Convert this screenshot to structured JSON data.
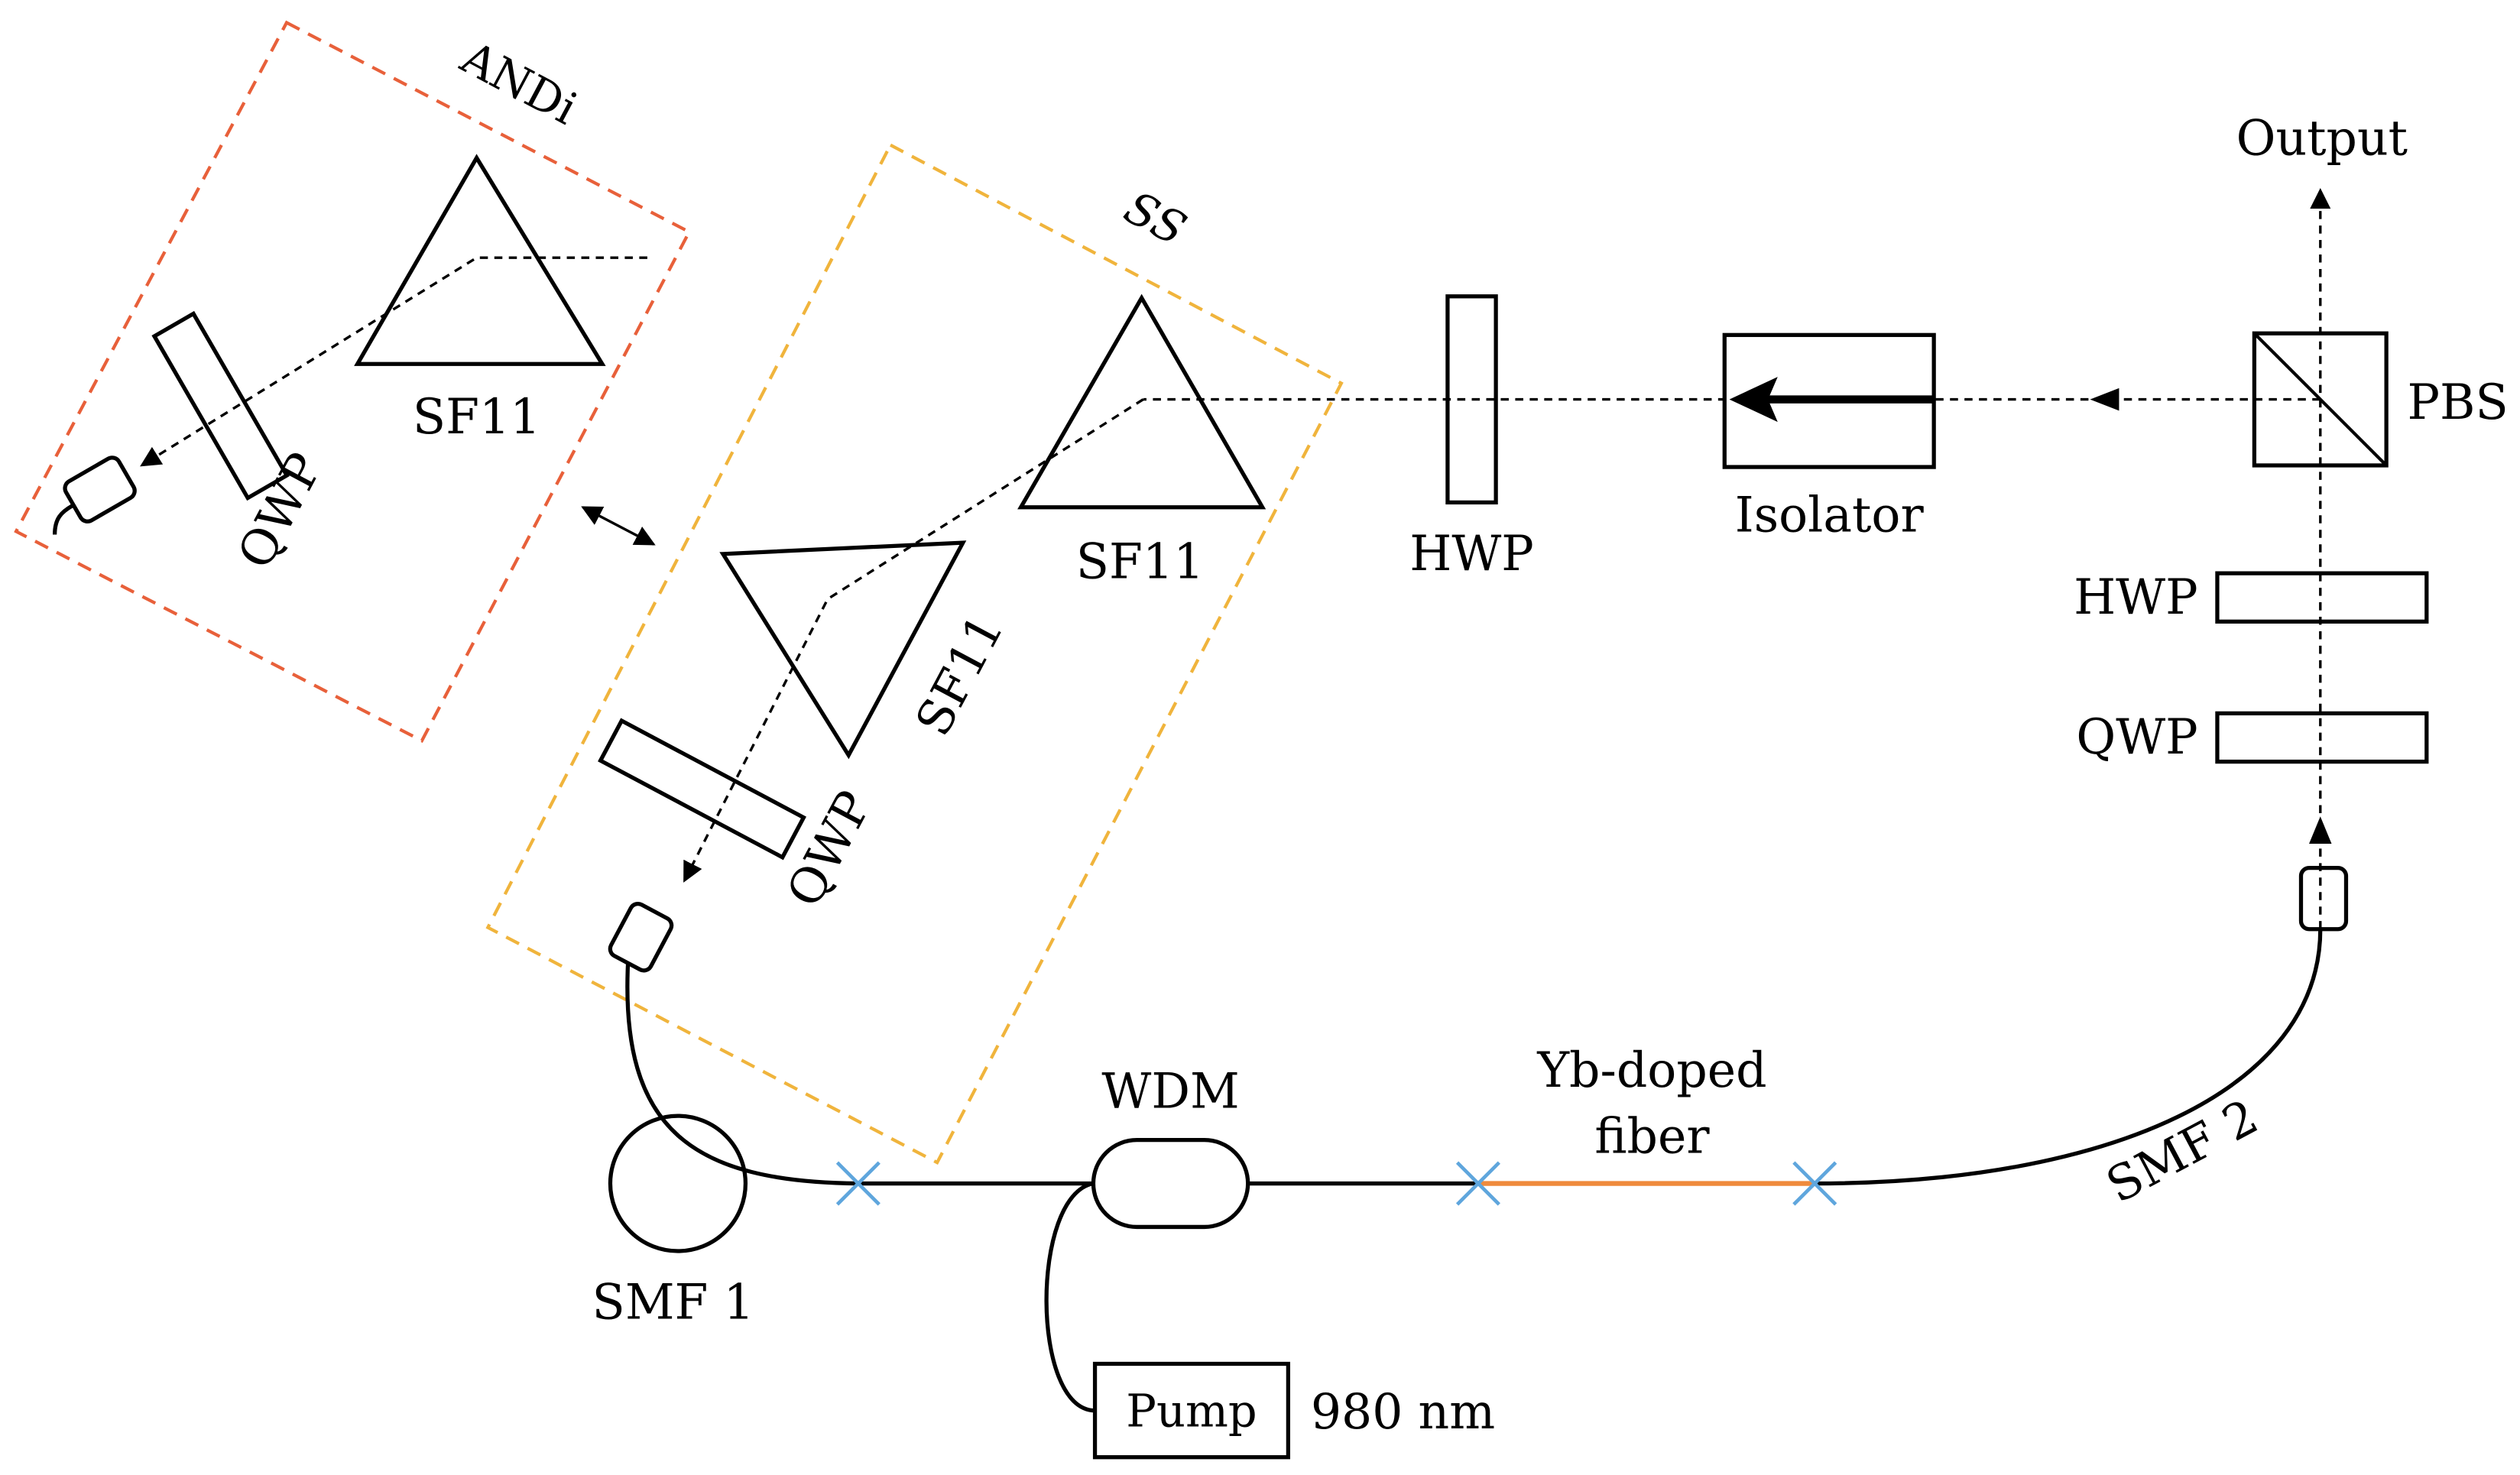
{
  "colors": {
    "line": "#000000",
    "andi_box": "#e8603a",
    "ss_box": "#f0b43c",
    "yb_fiber": "#ef8a3c",
    "splice": "#5fa6dd"
  },
  "groups": {
    "andi": "ANDi",
    "ss": "SS"
  },
  "labels": {
    "output": "Output",
    "pbs": "PBS",
    "isolator": "Isolator",
    "hwp_free": "HWP",
    "hwp_vertical": "HWP",
    "qwp_vertical": "QWP",
    "sf11_andi": "SF11",
    "qwp_andi": "QWP",
    "sf11_ss_upper": "SF11",
    "sf11_ss_lower": "SF11",
    "qwp_ss": "QWP",
    "wdm": "WDM",
    "yb_line1": "Yb-doped",
    "yb_line2": "fiber",
    "smf1": "SMF 1",
    "smf2": "SMF 2",
    "pump": "Pump",
    "pump_wavelength": "980 nm"
  }
}
